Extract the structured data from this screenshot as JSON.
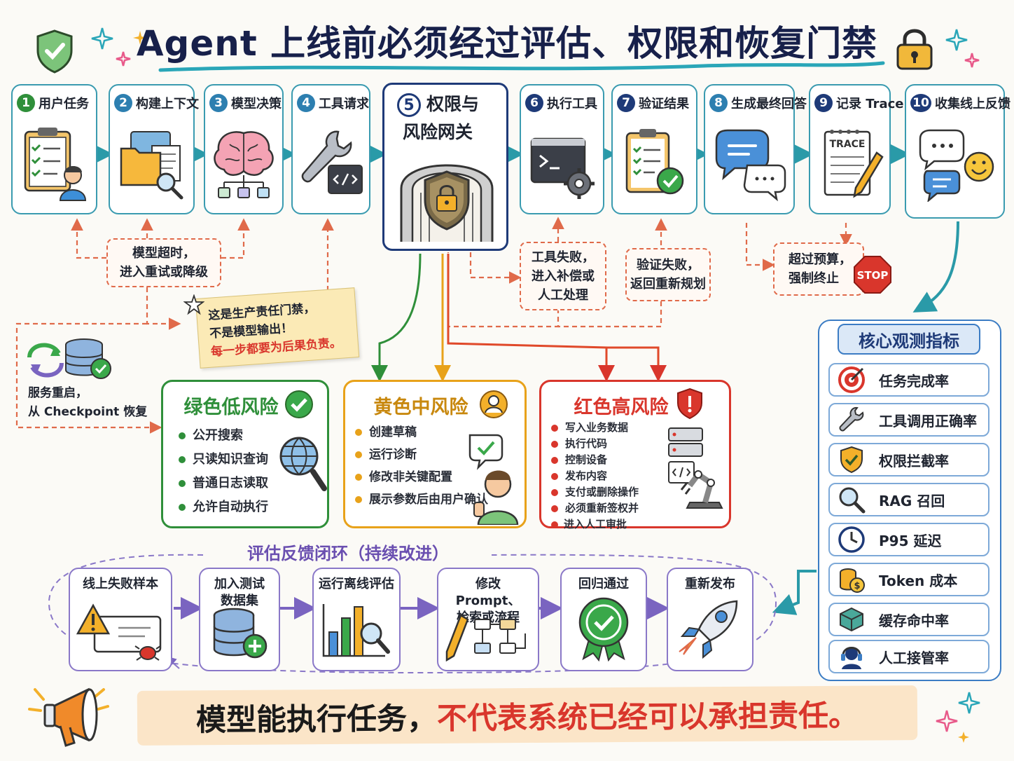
{
  "title": "Agent 上线前必须经过评估、权限和恢复门禁",
  "colors": {
    "teal": "#3a9bb0",
    "navy": "#1e3a78",
    "green": "#2f8f3a",
    "yellow": "#e8a21a",
    "red": "#d9362c",
    "purple": "#8a78c8",
    "orange": "#e06a4a",
    "metricBlue": "#3b7cc4"
  },
  "steps": [
    {
      "num": "1",
      "label": "用户任务",
      "icon": "clipboard-user-icon",
      "color": "#2f8f3a"
    },
    {
      "num": "2",
      "label": "构建上下文",
      "icon": "folders-search-icon",
      "color": "#2d7fb0"
    },
    {
      "num": "3",
      "label": "模型决策",
      "icon": "brain-tree-icon",
      "color": "#2d7fb0"
    },
    {
      "num": "4",
      "label": "工具请求",
      "icon": "wrench-code-icon",
      "color": "#2d7fb0"
    },
    {
      "num": "5",
      "label": "权限与风险网关",
      "line1": "权限与",
      "line2": "风险网关",
      "icon": "shield-gate-icon",
      "color": "#1e3a78"
    },
    {
      "num": "6",
      "label": "执行工具",
      "icon": "terminal-gear-icon",
      "color": "#1e3a78"
    },
    {
      "num": "7",
      "label": "验证结果",
      "icon": "clipboard-check-icon",
      "color": "#1e3a78"
    },
    {
      "num": "8",
      "label": "生成最终回答",
      "icon": "chat-bubbles-icon",
      "color": "#2d7fb0"
    },
    {
      "num": "9",
      "label": "记录 Trace",
      "icon": "trace-notepad-icon",
      "color": "#1e3a78",
      "trace_text": "TRACE"
    },
    {
      "num": "10",
      "label": "收集线上反馈",
      "icon": "feedback-smile-icon",
      "color": "#1e3a78"
    }
  ],
  "notes": {
    "timeout": [
      "模型超时，",
      "进入重试或降级"
    ],
    "tool_fail": [
      "工具失败，",
      "进入补偿或",
      "人工处理"
    ],
    "verify_fail": [
      "验证失败，",
      "返回重新规划"
    ],
    "budget": [
      "超过预算，",
      "强制终止"
    ],
    "stop_sign": "STOP",
    "restart": [
      "服务重启，",
      "从 Checkpoint 恢复"
    ],
    "sticky": [
      "这是生产责任门禁，",
      "不是模型输出！"
    ],
    "sticky_red": "每一步都要为后果负责。"
  },
  "risks": {
    "green": {
      "title": "绿色低风险",
      "items": [
        "公开搜索",
        "只读知识查询",
        "普通日志读取",
        "允许自动执行"
      ]
    },
    "yellow": {
      "title": "黄色中风险",
      "items": [
        "创建草稿",
        "运行诊断",
        "修改非关键配置",
        "展示参数后由用户确认"
      ]
    },
    "red": {
      "title": "红色高风险",
      "items": [
        "写入业务数据",
        "执行代码",
        "控制设备",
        "发布内容",
        "支付或删除操作",
        "必须重新签权并",
        "进入人工审批"
      ]
    }
  },
  "feedback": {
    "title": "评估反馈闭环（持续改进）",
    "steps": [
      {
        "lines": [
          "线上失败样本"
        ],
        "icon": "warning-bug-icon"
      },
      {
        "lines": [
          "加入测试",
          "数据集"
        ],
        "icon": "database-plus-icon"
      },
      {
        "lines": [
          "运行离线评估"
        ],
        "icon": "chart-magnifier-icon"
      },
      {
        "lines": [
          "修改 Prompt、",
          "检索或流程"
        ],
        "icon": "pencil-flow-icon"
      },
      {
        "lines": [
          "回归通过"
        ],
        "icon": "badge-check-icon"
      },
      {
        "lines": [
          "重新发布"
        ],
        "icon": "rocket-icon"
      }
    ]
  },
  "metrics": {
    "title": "核心观测指标",
    "items": [
      {
        "label": "任务完成率",
        "icon": "target-icon"
      },
      {
        "label": "工具调用正确率",
        "icon": "wrench-icon"
      },
      {
        "label": "权限拦截率",
        "icon": "shield-check-icon"
      },
      {
        "label": "RAG 召回",
        "icon": "magnifier-icon"
      },
      {
        "label": "P95 延迟",
        "icon": "clock-icon"
      },
      {
        "label": "Token 成本",
        "icon": "coins-icon"
      },
      {
        "label": "缓存命中率",
        "icon": "cube-icon"
      },
      {
        "label": "人工接管率",
        "icon": "headset-icon"
      }
    ]
  },
  "banner": {
    "black": "模型能执行任务，",
    "red": "不代表系统已经可以承担责任。"
  }
}
